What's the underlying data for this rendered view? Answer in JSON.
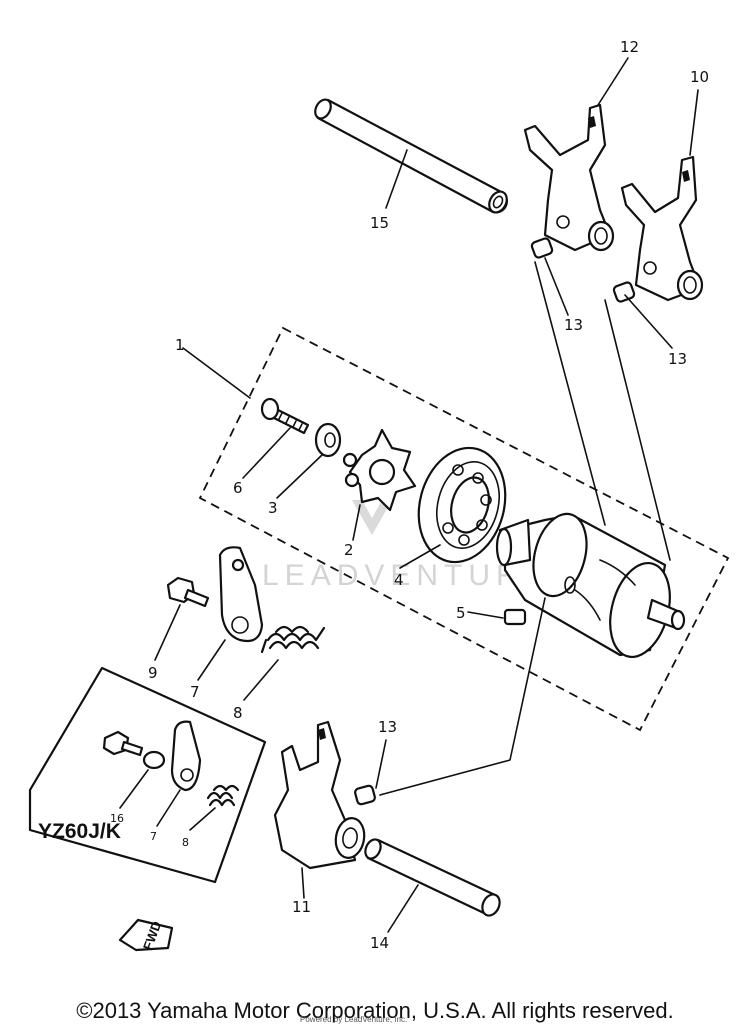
{
  "diagram": {
    "callouts": {
      "c1": "1",
      "c2": "2",
      "c3": "3",
      "c4": "4",
      "c5": "5",
      "c6": "6",
      "c7a": "7",
      "c8a": "8",
      "c9": "9",
      "c10": "10",
      "c11": "11",
      "c12": "12",
      "c13a": "13",
      "c13b": "13",
      "c13c": "13",
      "c14": "14",
      "c15": "15",
      "c16": "16",
      "c7b": "7",
      "c8b": "8"
    },
    "model_label": "YZ60J/K",
    "fwd_label": "FWD",
    "watermark": "LEADVENTURE"
  },
  "footer": {
    "copyright": "©2013 Yamaha Motor Corporation, U.S.A. All rights reserved.",
    "credit": "Powered by LeadVenture, Inc."
  }
}
